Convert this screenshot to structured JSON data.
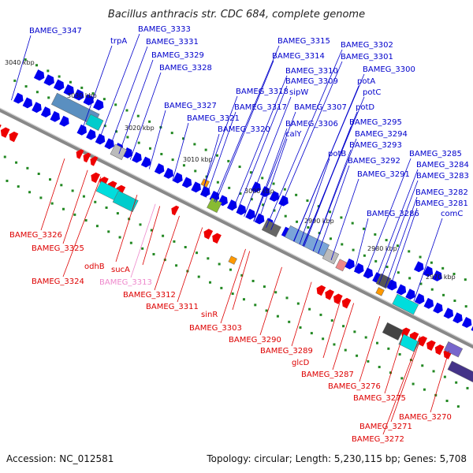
{
  "title": "Bacillus anthracis str. CDC 684, complete genome",
  "footer": {
    "accession": "Accession: NC_012581",
    "stats": "Topology: circular; Length: 5,230,115 bp; Genes: 5,708"
  },
  "ticks": [
    "3040 kbp",
    "3030 kbp",
    "3020 kbp",
    "3010 kbp",
    "3000 kbp",
    "2990 kbp",
    "2980 kbp",
    "2970 kbp"
  ],
  "colors": {
    "forward_label": "#0000cc",
    "reverse_label": "#dd0000",
    "pseudo_label": "#ee88cc",
    "forward_gene": "#0000ee",
    "reverse_gene": "#ee0000",
    "backbone": "#888888",
    "tick": "#228822"
  },
  "labels_top": [
    "BAMEG_3347",
    "BAMEG_3333",
    "trpA",
    "BAMEG_3331",
    "BAMEG_3329",
    "BAMEG_3328",
    "BAMEG_3327",
    "BAMEG_3321",
    "BAMEG_3320",
    "BAMEG_3315",
    "BAMEG_3314",
    "BAMEG_3310",
    "BAMEG_3309",
    "BAMEG_3318",
    "sipW",
    "BAMEG_3317",
    "BAMEG_3307",
    "BAMEG_3306",
    "calY",
    "BAMEG_3302",
    "BAMEG_3301",
    "BAMEG_3300",
    "potA",
    "potC",
    "potD",
    "BAMEG_3295",
    "BAMEG_3294",
    "BAMEG_3293",
    "potB",
    "BAMEG_3292",
    "BAMEG_3291",
    "BAMEG_3285",
    "BAMEG_3284",
    "BAMEG_3283",
    "BAMEG_3282",
    "BAMEG_3281",
    "comC",
    "BAMEG_3286"
  ],
  "labels_bottom": [
    "BAMEG_3326",
    "BAMEG_3325",
    "odhB",
    "BAMEG_3324",
    "sucA",
    "BAMEG_3313",
    "BAMEG_3312",
    "BAMEG_3311",
    "sinR",
    "BAMEG_3303",
    "BAMEG_3290",
    "BAMEG_3289",
    "glcD",
    "BAMEG_3287",
    "BAMEG_3276",
    "BAMEG_3275",
    "BAMEG_3270",
    "BAMEG_3271",
    "BAMEG_3272"
  ]
}
